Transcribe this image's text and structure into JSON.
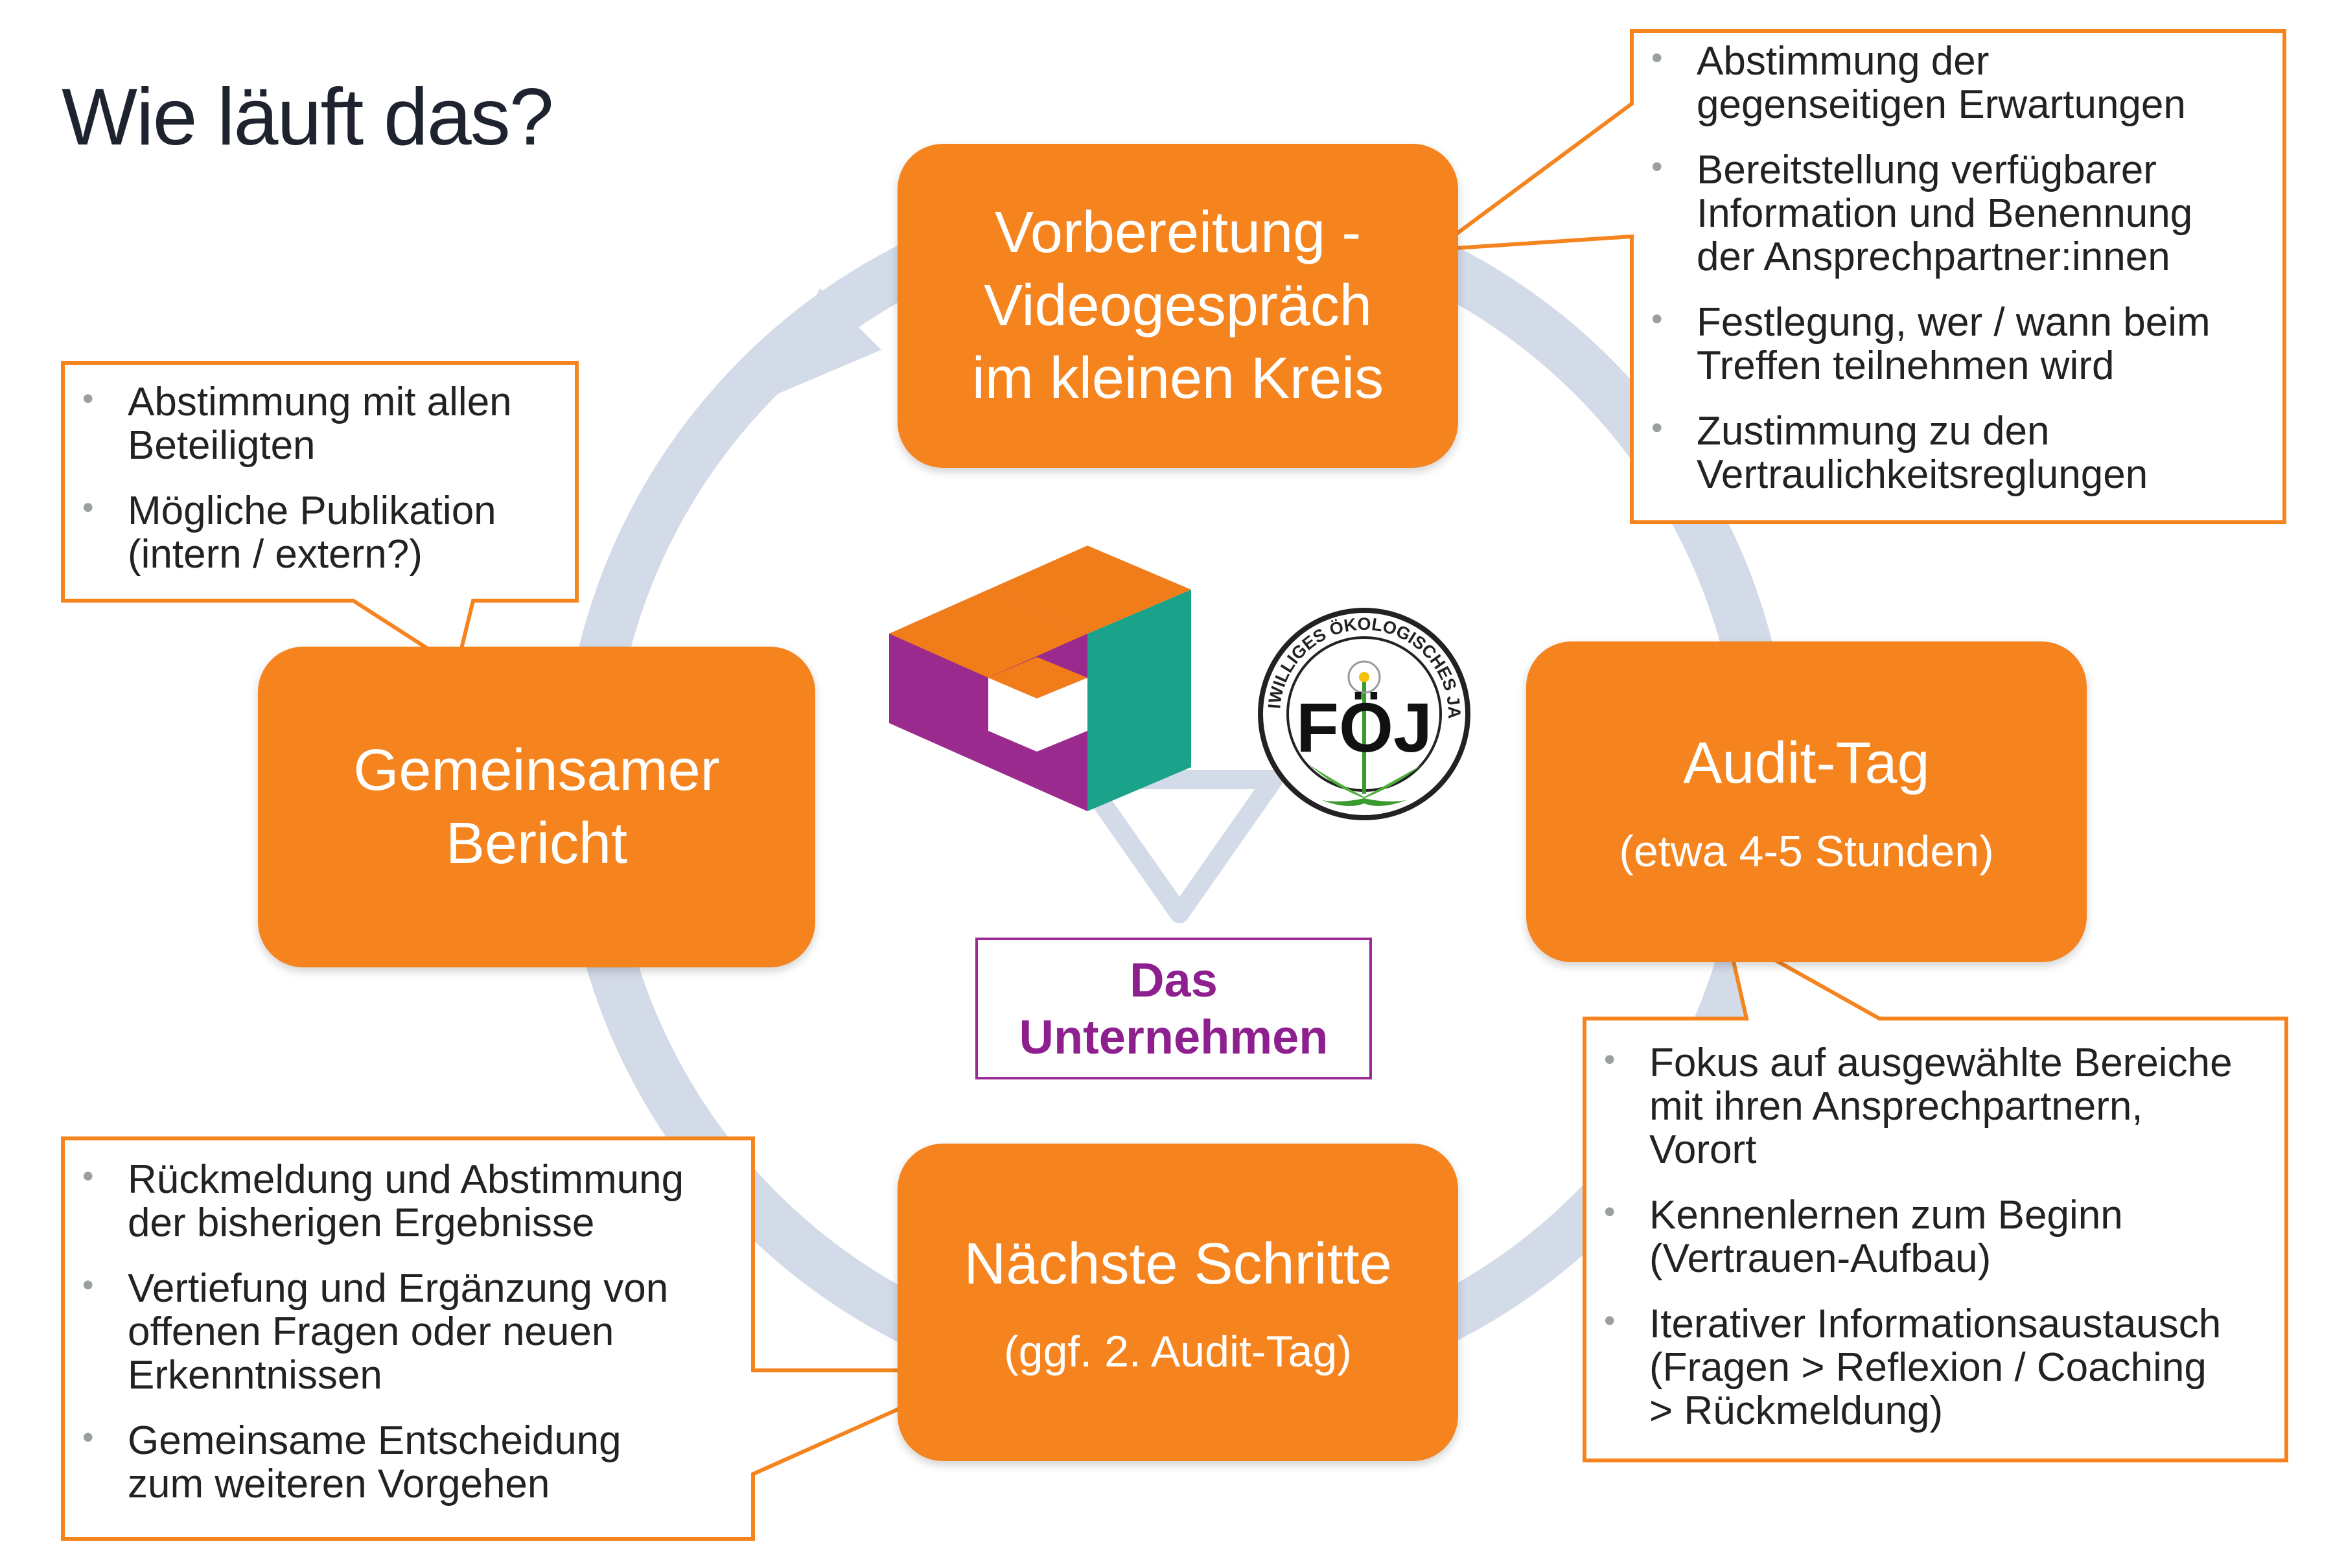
{
  "title": "Wie läuft das?",
  "nodes": {
    "preparation": {
      "lines": [
        "Vorbereitung -",
        "Videogespräch",
        "im kleinen Kreis"
      ]
    },
    "audit_day": {
      "label": "Audit-Tag",
      "sub": "(etwa 4-5 Stunden)"
    },
    "next_steps": {
      "label": "Nächste Schritte",
      "sub": "(ggf. 2. Audit-Tag)"
    },
    "joint_report": {
      "lines": [
        "Gemeinsamer",
        "Bericht"
      ]
    }
  },
  "center": {
    "company_lines": [
      "Das",
      "Unternehmen"
    ],
    "logo_left": "cube-logo",
    "logo_right": {
      "ring_text": "FREIWILLIGES ÖKOLOGISCHES JAHR",
      "letters": "FÖJ"
    }
  },
  "callouts": {
    "top_right": [
      [
        "Abstimmung der",
        "gegenseitigen Erwartungen"
      ],
      [
        "Bereitstellung verfügbarer",
        "Information und Benennung",
        "der Ansprechpartner:innen"
      ],
      [
        "Festlegung, wer / wann beim",
        "Treffen teilnehmen wird"
      ],
      [
        "Zustimmung zu den",
        "Vertraulichkeitsreglungen"
      ]
    ],
    "top_left": [
      [
        "Abstimmung mit allen",
        "Beteiligten"
      ],
      [
        "Mögliche Publikation",
        "(intern / extern?)"
      ]
    ],
    "bottom_right": [
      [
        "Fokus auf ausgewählte Bereiche",
        "mit ihren Ansprechpartnern,",
        "Vorort"
      ],
      [
        "Kennenlernen zum Beginn",
        "(Vertrauen-Aufbau)"
      ],
      [
        "Iterativer Informationsaustausch",
        "(Fragen > Reflexion / Coaching",
        "> Rückmeldung)"
      ]
    ],
    "bottom_left": [
      [
        "Rückmeldung und Abstimmung",
        "der bisherigen Ergebnisse"
      ],
      [
        "Vertiefung und Ergänzung von",
        "offenen Fragen oder neuen",
        "Erkenntnissen"
      ],
      [
        "Gemeinsame Entscheidung",
        "zum weiteren Vorgehen"
      ]
    ]
  },
  "colors": {
    "orange": "#f5841f",
    "cycle": "#d3dae8",
    "company": "#8e1f8e",
    "callout_border": "#f5841f"
  }
}
